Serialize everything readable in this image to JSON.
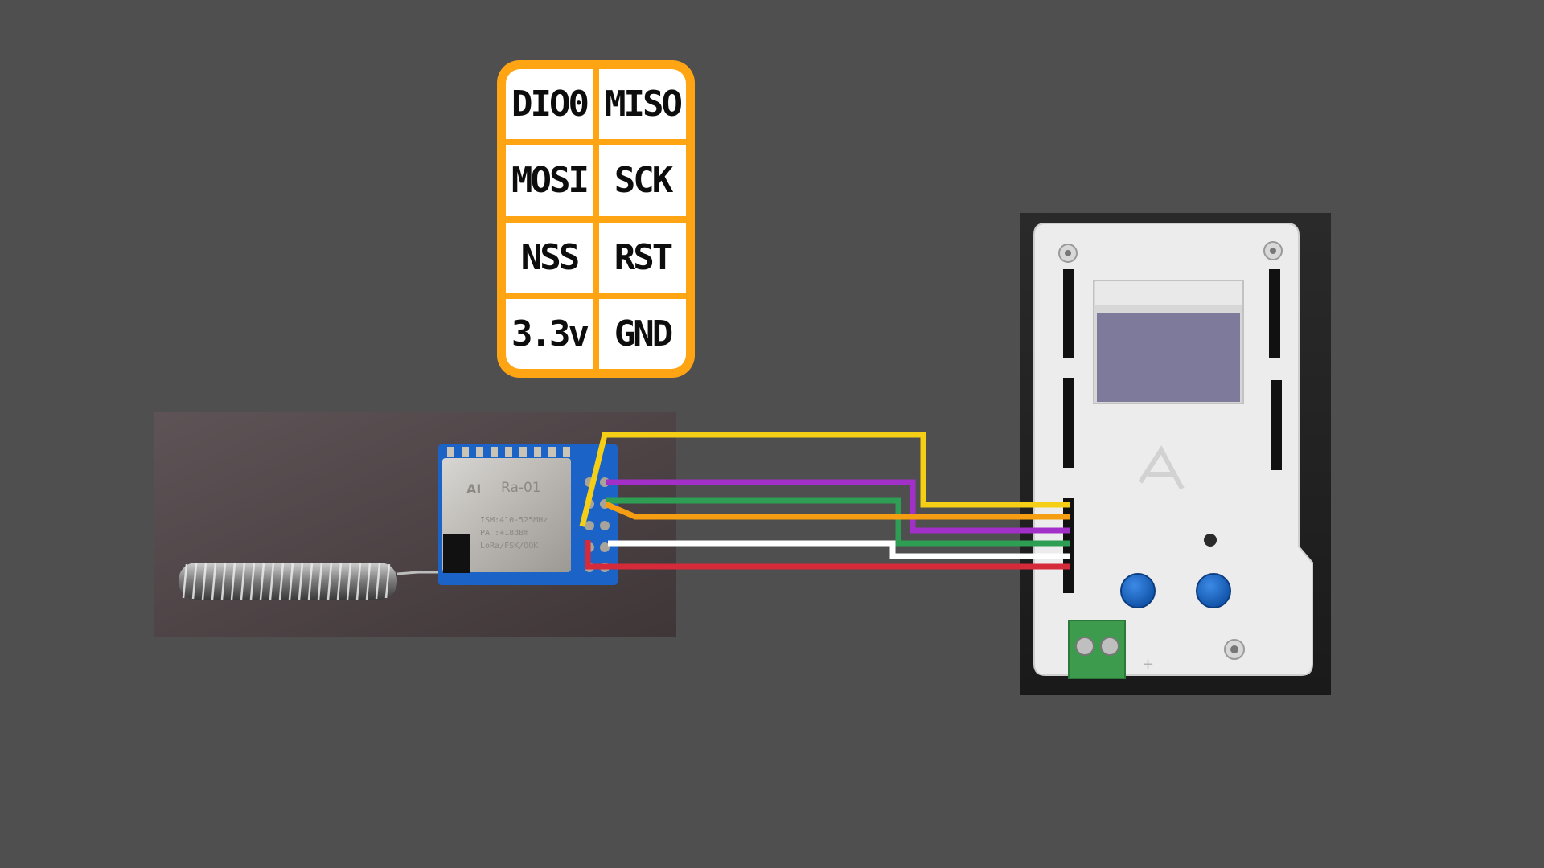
{
  "pinout": {
    "rows": [
      {
        "left": "DIO0",
        "right": "MISO"
      },
      {
        "left": "MOSI",
        "right": "SCK"
      },
      {
        "left": "NSS",
        "right": "RST"
      },
      {
        "left": "3.3v",
        "right": "GND"
      }
    ]
  },
  "module": {
    "shield_brand": "AI",
    "shield_model": "Ra-01",
    "shield_lines": [
      "ISM:410-525MHz",
      "PA :+18dBm",
      "LoRa/FSK/OOK"
    ]
  },
  "wires": [
    {
      "id": "yellow",
      "color": "#f5cf15"
    },
    {
      "id": "orange",
      "color": "#f59e12"
    },
    {
      "id": "purple",
      "color": "#a22fc7"
    },
    {
      "id": "green",
      "color": "#2e9e54"
    },
    {
      "id": "white",
      "color": "#ffffff"
    },
    {
      "id": "red",
      "color": "#d42a3a"
    }
  ],
  "board": {
    "case_color": "#ececec",
    "button_color": "#1463c4",
    "terminal_color": "#3d9b4e",
    "screen_color": "#7e7a9c"
  }
}
